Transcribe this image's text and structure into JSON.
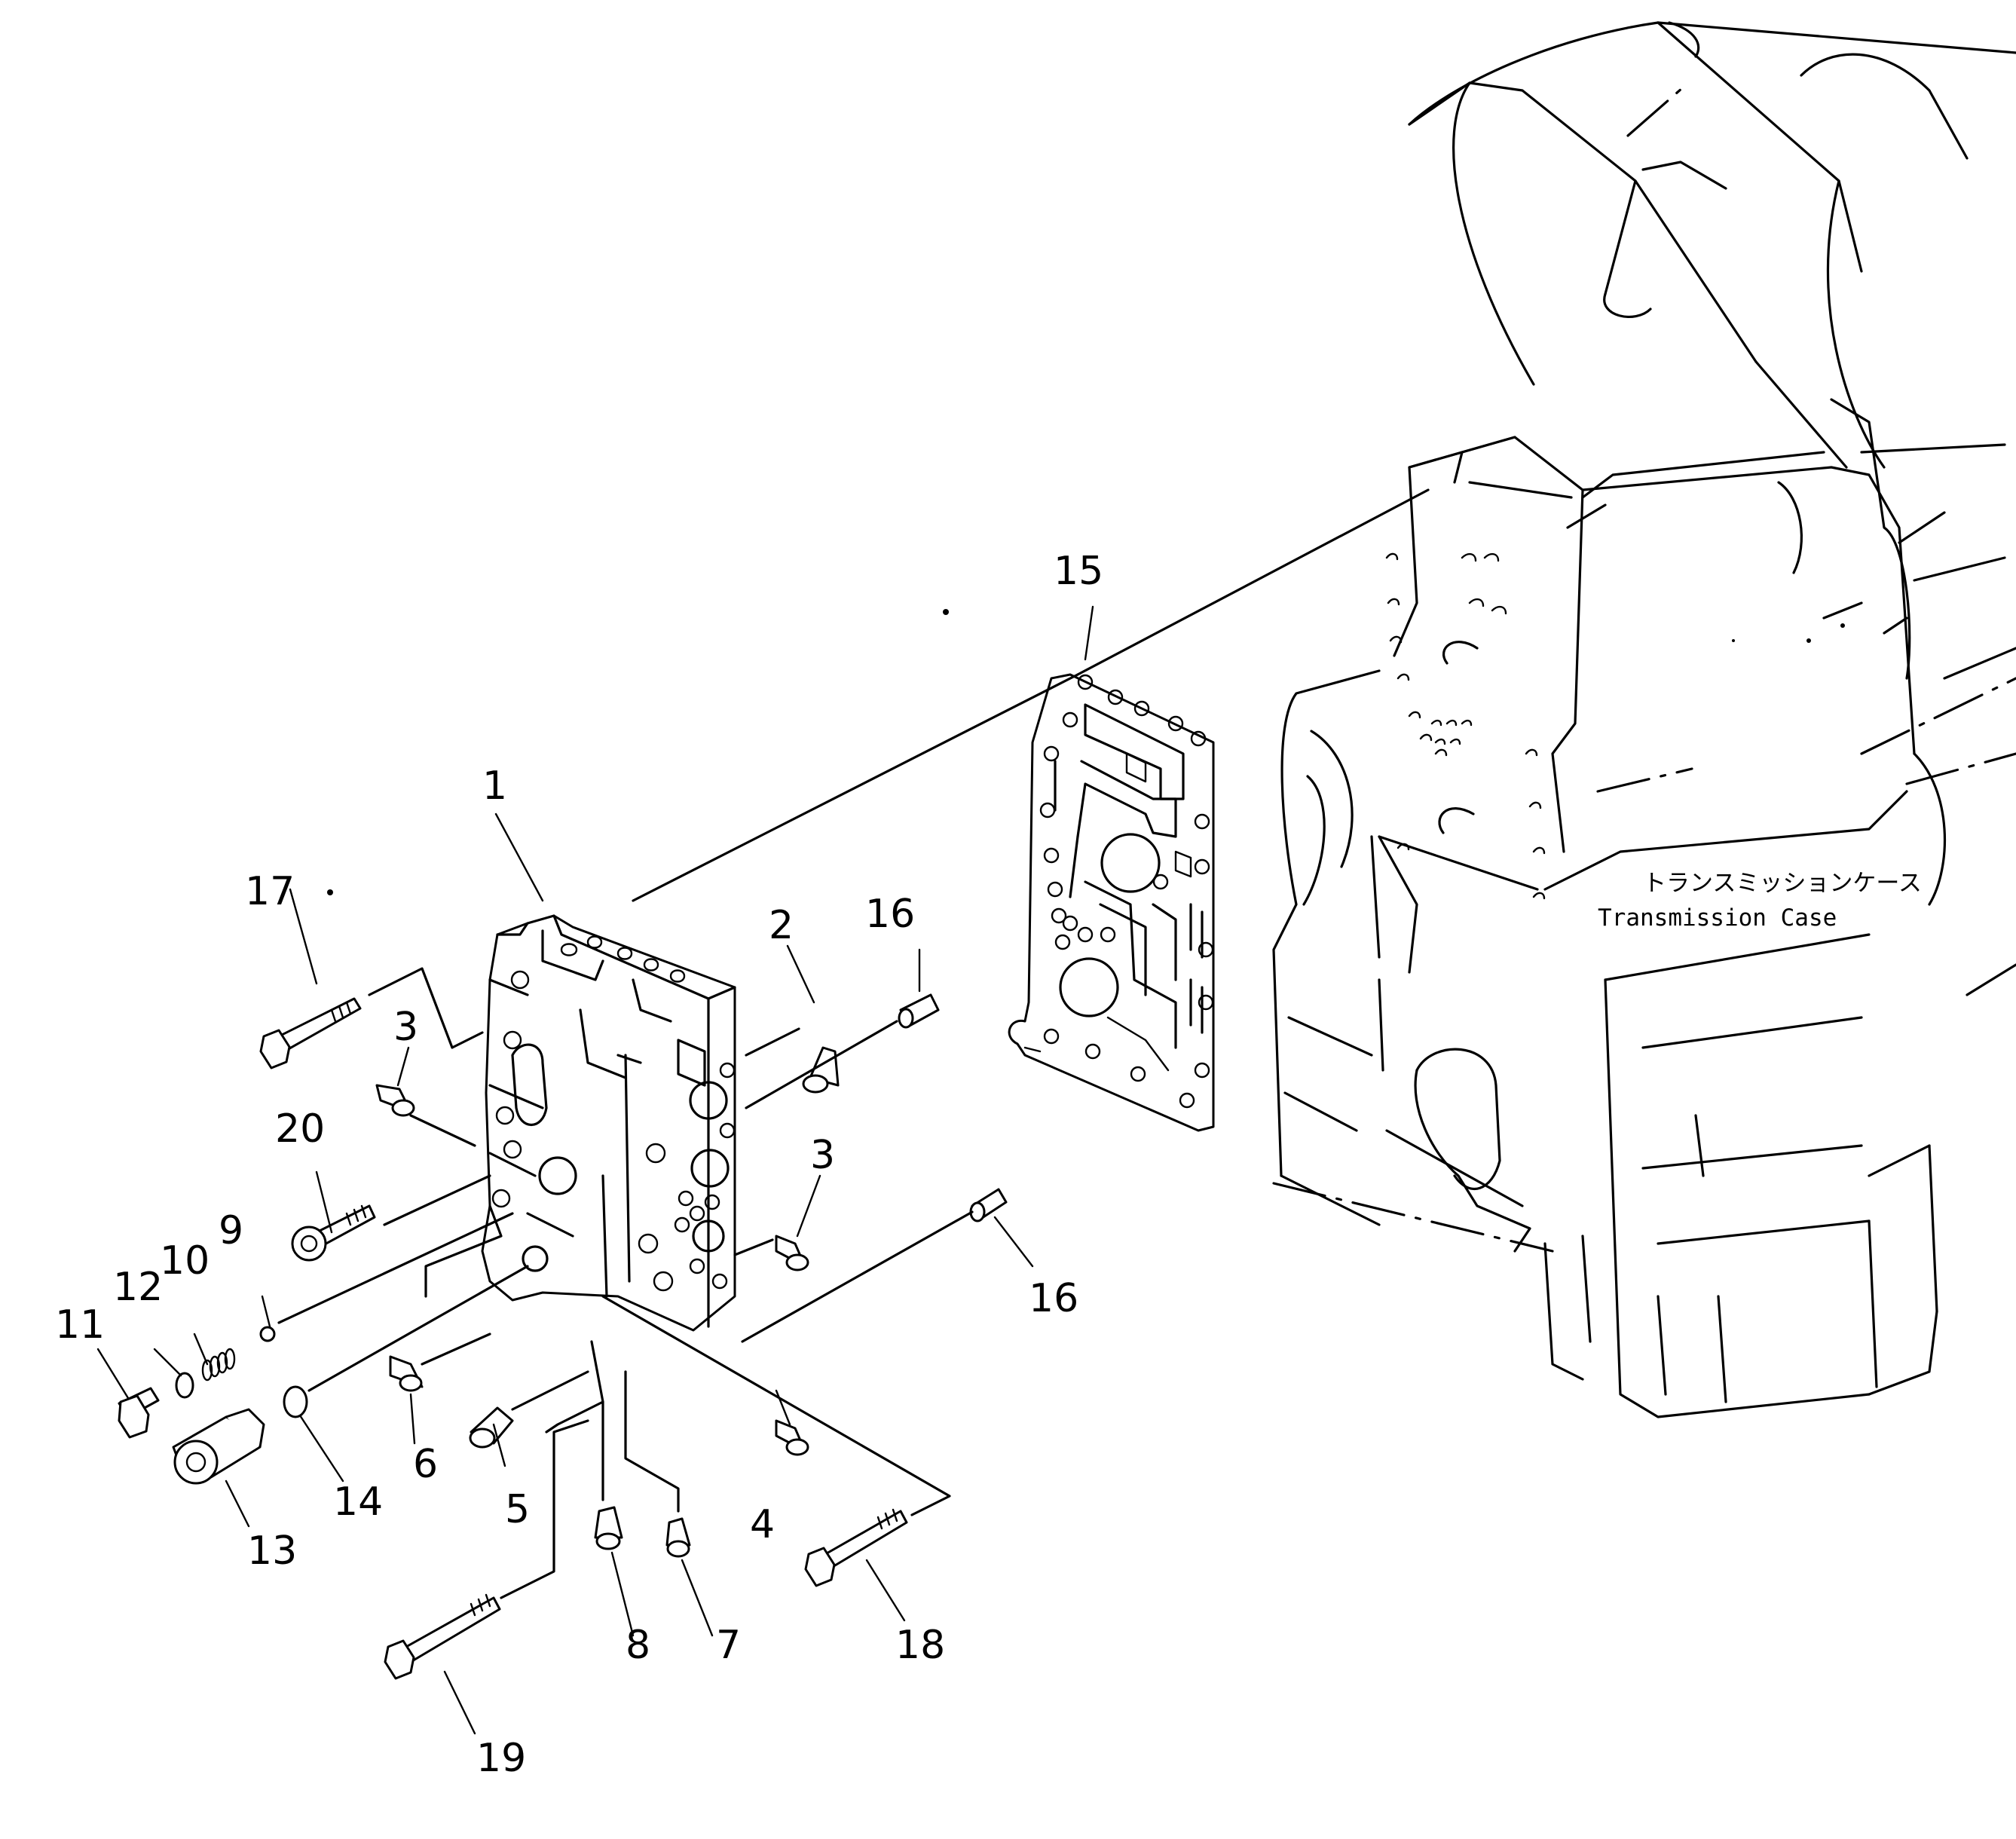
{
  "diagram": {
    "case_label_jp": "トランスミッションケース",
    "case_label_en": "Transmission Case",
    "callouts": [
      {
        "id": "c1",
        "text": "1"
      },
      {
        "id": "c2",
        "text": "2"
      },
      {
        "id": "c3a",
        "text": "3"
      },
      {
        "id": "c3b",
        "text": "3"
      },
      {
        "id": "c4",
        "text": "4"
      },
      {
        "id": "c5",
        "text": "5"
      },
      {
        "id": "c6",
        "text": "6"
      },
      {
        "id": "c7",
        "text": "7"
      },
      {
        "id": "c8",
        "text": "8"
      },
      {
        "id": "c9",
        "text": "9"
      },
      {
        "id": "c10",
        "text": "10"
      },
      {
        "id": "c11",
        "text": "11"
      },
      {
        "id": "c12",
        "text": "12"
      },
      {
        "id": "c13",
        "text": "13"
      },
      {
        "id": "c14",
        "text": "14"
      },
      {
        "id": "c15",
        "text": "15"
      },
      {
        "id": "c16a",
        "text": "16"
      },
      {
        "id": "c16b",
        "text": "16"
      },
      {
        "id": "c17",
        "text": "17"
      },
      {
        "id": "c18",
        "text": "18"
      },
      {
        "id": "c19",
        "text": "19"
      },
      {
        "id": "c20",
        "text": "20"
      }
    ]
  }
}
